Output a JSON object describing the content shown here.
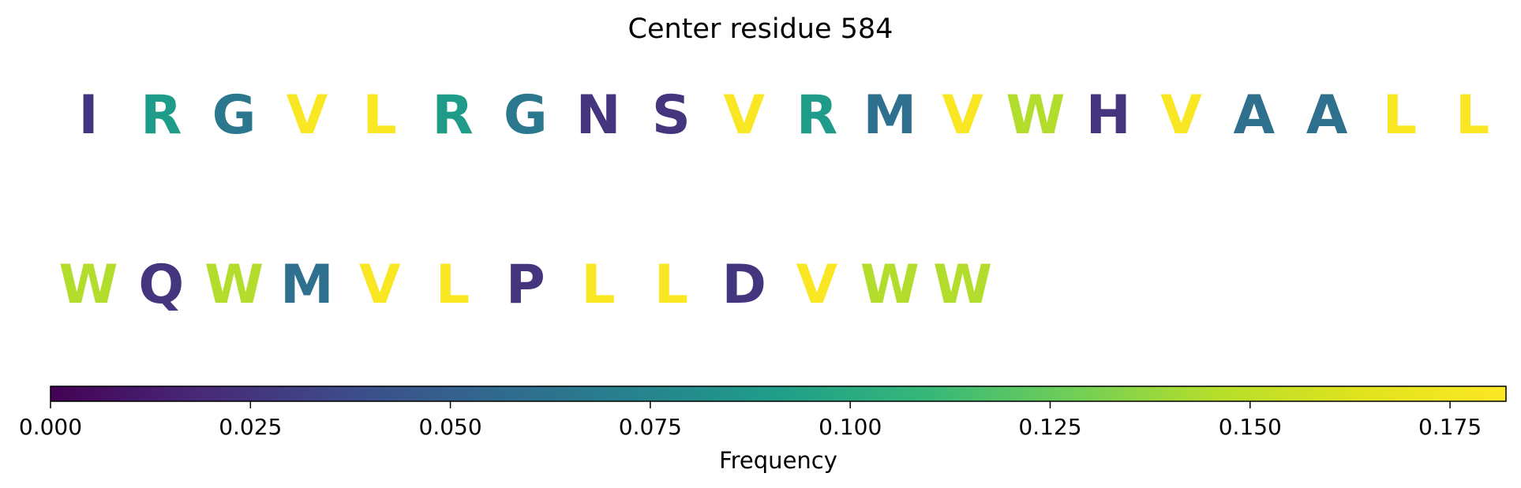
{
  "chart_data": {
    "type": "sequence-logo",
    "title": "Center residue 584",
    "residues_per_row": 20,
    "residues": [
      {
        "letter": "I",
        "frequency": 0.025
      },
      {
        "letter": "R",
        "frequency": 0.09
      },
      {
        "letter": "G",
        "frequency": 0.065
      },
      {
        "letter": "V",
        "frequency": 0.18
      },
      {
        "letter": "L",
        "frequency": 0.18
      },
      {
        "letter": "R",
        "frequency": 0.09
      },
      {
        "letter": "G",
        "frequency": 0.065
      },
      {
        "letter": "N",
        "frequency": 0.025
      },
      {
        "letter": "S",
        "frequency": 0.025
      },
      {
        "letter": "V",
        "frequency": 0.18
      },
      {
        "letter": "R",
        "frequency": 0.09
      },
      {
        "letter": "M",
        "frequency": 0.06
      },
      {
        "letter": "V",
        "frequency": 0.18
      },
      {
        "letter": "W",
        "frequency": 0.145
      },
      {
        "letter": "H",
        "frequency": 0.025
      },
      {
        "letter": "V",
        "frequency": 0.18
      },
      {
        "letter": "A",
        "frequency": 0.06
      },
      {
        "letter": "A",
        "frequency": 0.06
      },
      {
        "letter": "L",
        "frequency": 0.18
      },
      {
        "letter": "L",
        "frequency": 0.18
      },
      {
        "letter": "W",
        "frequency": 0.145
      },
      {
        "letter": "Q",
        "frequency": 0.025
      },
      {
        "letter": "W",
        "frequency": 0.145
      },
      {
        "letter": "M",
        "frequency": 0.06
      },
      {
        "letter": "V",
        "frequency": 0.18
      },
      {
        "letter": "L",
        "frequency": 0.18
      },
      {
        "letter": "P",
        "frequency": 0.025
      },
      {
        "letter": "L",
        "frequency": 0.18
      },
      {
        "letter": "L",
        "frequency": 0.18
      },
      {
        "letter": "D",
        "frequency": 0.025
      },
      {
        "letter": "V",
        "frequency": 0.18
      },
      {
        "letter": "W",
        "frequency": 0.145
      },
      {
        "letter": "W",
        "frequency": 0.145
      }
    ],
    "colorbar": {
      "label": "Frequency",
      "colormap": "viridis",
      "vmin": 0.0,
      "vmax": 0.182,
      "ticks": [
        0.0,
        0.025,
        0.05,
        0.075,
        0.1,
        0.125,
        0.15,
        0.175
      ],
      "tick_labels": [
        "0.000",
        "0.025",
        "0.050",
        "0.075",
        "0.100",
        "0.125",
        "0.150",
        "0.175"
      ]
    }
  }
}
